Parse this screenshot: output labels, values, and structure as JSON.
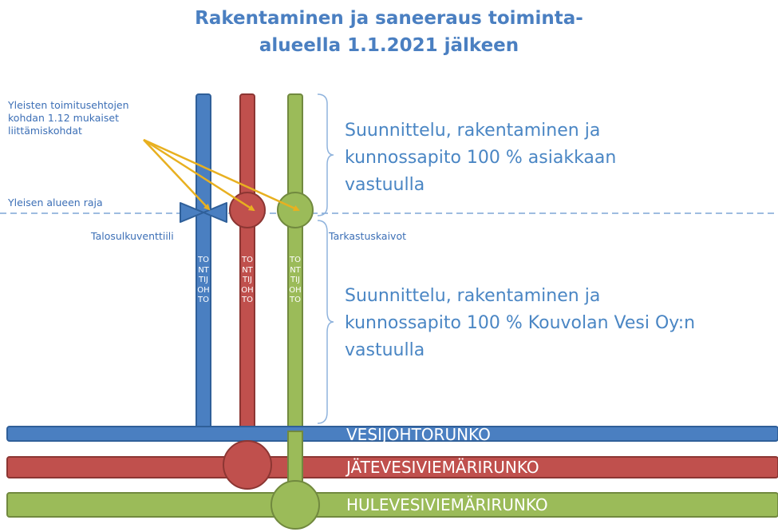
{
  "title": {
    "line1": "Rakentaminen ja saneeraus toiminta-",
    "line2": "alueella 1.1.2021 jälkeen"
  },
  "notes": {
    "connection_line1": "Yleisten toimitusehtojen",
    "connection_line2": "kohdan 1.12 mukaiset",
    "connection_line3": "liittämiskohdat",
    "boundary": "Yleisen alueen raja",
    "valve": "Talosulkuventtiili",
    "manholes": "Tarkastuskaivot"
  },
  "responsibility": {
    "customer_line1": "Suunnittelu, rakentaminen ja",
    "customer_line2": "kunnossapito 100 % asiakkaan",
    "customer_line3": "vastuulla",
    "utility_line1": "Suunnittelu, rakentaminen ja",
    "utility_line2": "kunnossapito 100 % Kouvolan Vesi Oy:n",
    "utility_line3": "vastuulla"
  },
  "plot_pipes": {
    "water": "TONTTIJOHTO",
    "wastewater": "TONTTIJOHTO",
    "stormwater": "TONTTIJOHTO"
  },
  "mains": {
    "water": "VESIJOHTORUNKO",
    "wastewater": "JÄTEVESIVIEMÄRIRUNKO",
    "stormwater": "HULEVESIVIEMÄRIRUNKO"
  },
  "colors": {
    "water": "#4a7fc1",
    "wastewater": "#c0504d",
    "stormwater": "#9bbb59",
    "arrow": "#e8b020"
  }
}
